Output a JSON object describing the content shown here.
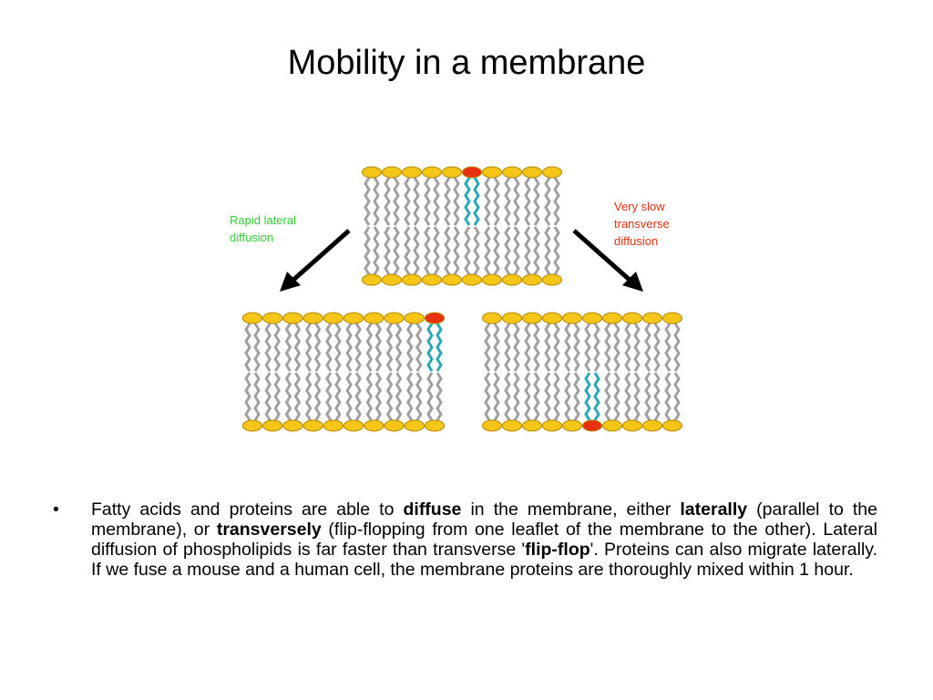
{
  "slide": {
    "title": "Mobility in a membrane"
  },
  "diagram": {
    "left_label": [
      "Rapid lateral",
      "diffusion"
    ],
    "right_label": [
      "Very slow",
      "transverse",
      "diffusion"
    ],
    "colors": {
      "head": "#f5c518",
      "head_outline": "#b08800",
      "marked_head": "#e8300c",
      "tail": "#a0a0a0",
      "tail_outline": "#606060",
      "marked_tail": "#2aa7b8",
      "left_label": "#33cc33",
      "right_label": "#e8300c",
      "arrow": "#000000"
    }
  },
  "bullet": {
    "marker": "•",
    "t1": "Fatty acids and proteins are able to ",
    "b1": "diffuse",
    "t2": " in the membrane, either ",
    "b2": "laterally",
    "t3": " (parallel to the membrane), or ",
    "b3": "transversely",
    "t4": " (flip-flopping from one leaflet of the membrane to the other). Lateral diffusion of phospholipids is far faster than transverse '",
    "b4": "flip-flop",
    "t5": "'. Proteins can also migrate laterally. If we fuse a mouse and a human cell, the membrane proteins are thoroughly mixed within 1 hour."
  }
}
